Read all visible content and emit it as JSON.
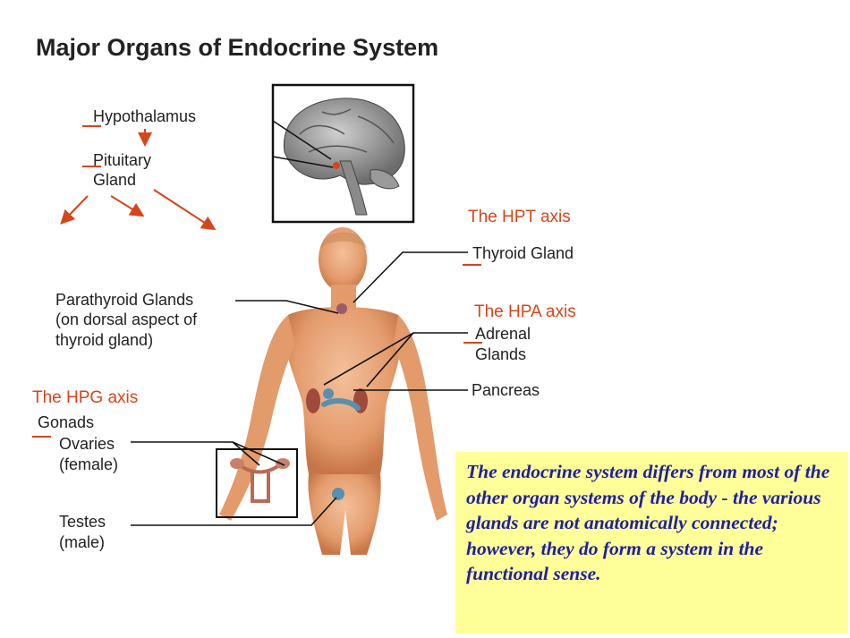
{
  "title": "Major Organs of Endocrine System",
  "cascade": {
    "hypothalamus": "Hypothalamus",
    "pituitary_line1": "Pituitary",
    "pituitary_line2": "Gland"
  },
  "axes": {
    "hpt": "The HPT axis",
    "hpa": "The HPA axis",
    "hpg": "The HPG axis"
  },
  "labels": {
    "thyroid": "Thyroid Gland",
    "parathyroid_line1": "Parathyroid Glands",
    "parathyroid_line2": "(on dorsal aspect of",
    "parathyroid_line3": "thyroid gland)",
    "adrenal_line1": "Adrenal",
    "adrenal_line2": "Glands",
    "pancreas": "Pancreas",
    "gonads": "Gonads",
    "ovaries_line1": "Ovaries",
    "ovaries_line2": "(female)",
    "testes_line1": "Testes",
    "testes_line2": "(male)"
  },
  "note_text": "The endocrine system differs from most of the other organ systems of the body  -  the various glands are not anatomically connected; however, they do form a system in the functional sense.",
  "colors": {
    "accent": "#d6451b",
    "note_bg": "#ffff99",
    "note_text": "#1f1fa3",
    "skin": "#e8a57a"
  }
}
